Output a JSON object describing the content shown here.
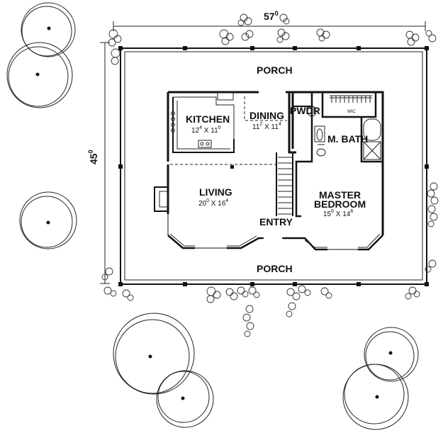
{
  "overall": {
    "width_num": "57",
    "width_sup": "0",
    "depth_num": "45",
    "depth_sup": "0"
  },
  "rooms": {
    "porch_top": "PORCH",
    "porch_bottom": "PORCH",
    "kitchen": {
      "name": "KITCHEN",
      "dim": "12",
      "dim_sup1": "4",
      "x": " X 11",
      "dim_sup2": "0"
    },
    "dining": {
      "name": "DINING",
      "dim": "11",
      "dim_sup1": "2",
      "x": " X 11",
      "dim_sup2": "4"
    },
    "pwdr": "PWDR",
    "wic": "WIC",
    "mbath": "M. BATH",
    "living": {
      "name": "LIVING",
      "dim": "20",
      "dim_sup1": "0",
      "x": " X 16",
      "dim_sup2": "4"
    },
    "master": {
      "name1": "MASTER",
      "name2": "BEDROOM",
      "dim": "15",
      "dim_sup1": "6",
      "x": " X 14",
      "dim_sup2": "6"
    },
    "entry": "ENTRY"
  }
}
